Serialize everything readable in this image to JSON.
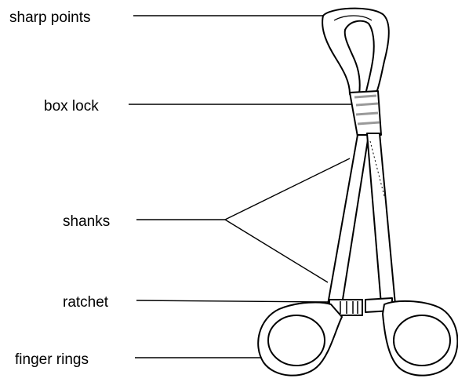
{
  "labels": {
    "sharp_points": "sharp points",
    "box_lock": "box lock",
    "shanks": "shanks",
    "ratchet": "ratchet",
    "finger_rings": "finger rings"
  },
  "colors": {
    "ink": "#000000",
    "steel": "#ffffff",
    "shade": "#9a9a9a"
  }
}
